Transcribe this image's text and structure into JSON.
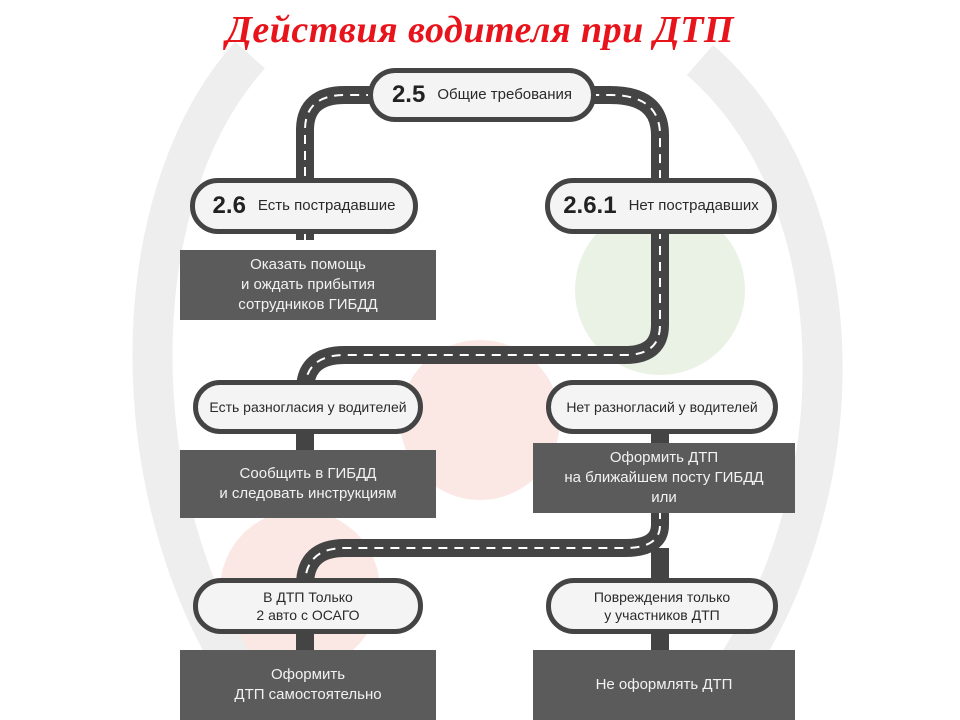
{
  "title": "Действия водителя при ДТП",
  "colors": {
    "title": "#e8141b",
    "road": "#444444",
    "road_marking": "#ffffff",
    "box_fill": "#5b5b5b",
    "pill_fill": "#f4f4f4",
    "background_green": "#e9f2e4",
    "background_red": "#fbe8e4"
  },
  "nodes": {
    "general": {
      "number": "2.5",
      "label": "Общие требования"
    },
    "injured": {
      "number": "2.6",
      "label": "Есть пострадавшие"
    },
    "no_injured": {
      "number": "2.6.1",
      "label": "Нет пострадавших"
    },
    "disagreement": {
      "label": "Есть разногласия у водителей"
    },
    "no_disagreement": {
      "label": "Нет  разногласий у водителей"
    },
    "two_cars": {
      "line1": "В ДТП Только",
      "line2": "2 авто с ОСАГО"
    },
    "damage_only": {
      "line1": "Повреждения только",
      "line2": "у участников ДТП"
    }
  },
  "actions": {
    "help": [
      "Оказать помощь",
      "и ождать прибытия",
      "сотрудников ГИБДД"
    ],
    "report": [
      "Сообщить в ГИБДД",
      "и следовать инструкциям"
    ],
    "register_post": [
      "Оформить  ДТП",
      "на ближайшем посту ГИБДД",
      "или"
    ],
    "self_register": [
      "Оформить",
      "ДТП самостоятельно"
    ],
    "no_register": [
      "Не оформлять ДТП"
    ]
  }
}
